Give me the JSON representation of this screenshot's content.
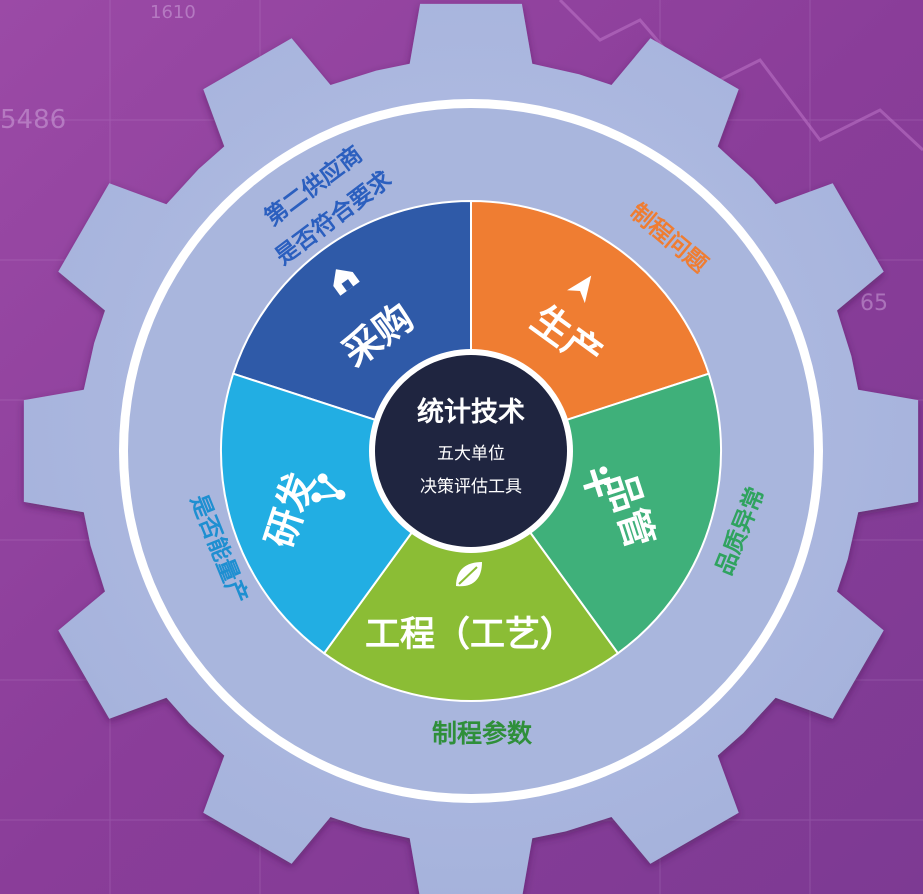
{
  "colors": {
    "background": "#8a3f98",
    "gear": "#a9b6dd",
    "ring": "#ffffff",
    "center": "#1f2540",
    "procurement": "#2f5aa8",
    "production": "#ef7d32",
    "quality": "#3fb07a",
    "engineering": "#8bbd35",
    "rd": "#22aee3"
  },
  "center": {
    "title": "统计技术",
    "line1": "五大单位",
    "line2": "决策评估工具"
  },
  "segments": {
    "procurement": {
      "label": "采购",
      "icon": "home-icon"
    },
    "production": {
      "label": "生产",
      "icon": "arrow-up-icon"
    },
    "quality": {
      "label": "品管",
      "icon": "tools-icon"
    },
    "engineering": {
      "label": "工程（工艺）",
      "icon": "leaf-icon"
    },
    "rd": {
      "label": "研发",
      "icon": "share-icon"
    }
  },
  "outer_labels": {
    "procurement_line1": "第二供应商",
    "procurement_line2": "是否符合要求",
    "production": "制程问题",
    "quality": "品质异常",
    "engineering": "制程参数",
    "rd": "是否能量产"
  },
  "background_numbers": {
    "n1": "1610",
    "n2": "5486",
    "n3": "65"
  }
}
